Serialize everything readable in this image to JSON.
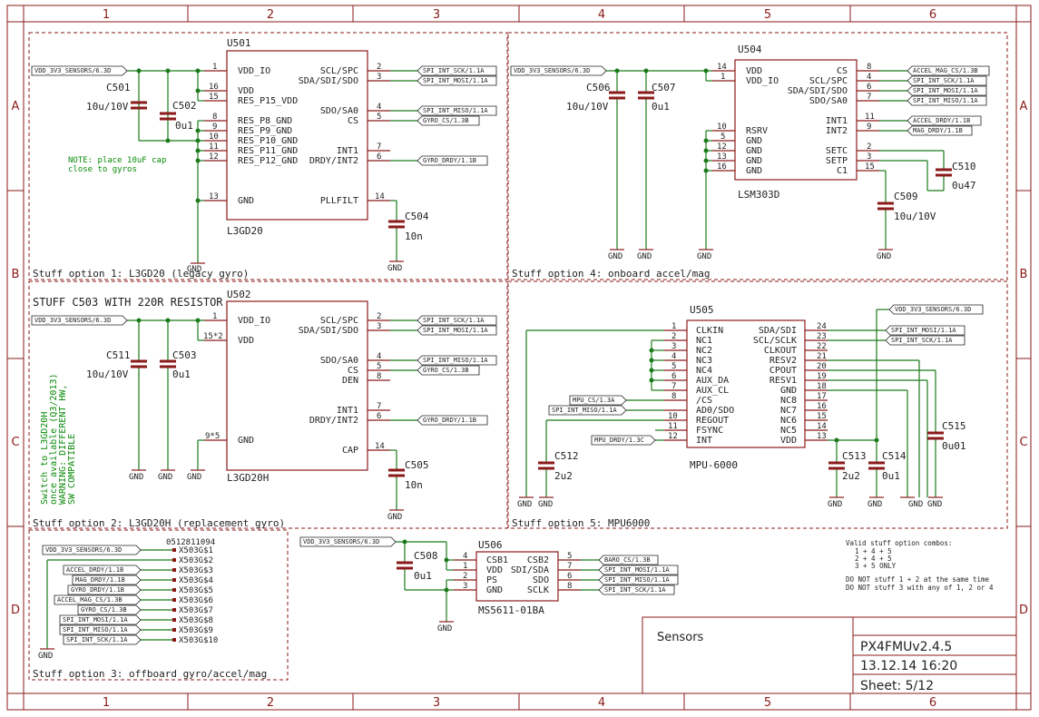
{
  "frame": {
    "columns": [
      "1",
      "2",
      "3",
      "4",
      "5",
      "6"
    ],
    "rows": [
      "A",
      "B",
      "C",
      "D"
    ]
  },
  "title_block": {
    "sheet_title": "Sensors",
    "board": "PX4FMUv2.4.5",
    "date": "13.12.14 16:20",
    "sheet": "Sheet: 5/12"
  },
  "sections": {
    "opt1": "Stuff option 1: L3GD20 (legacy gyro)",
    "opt2": "Stuff option 2: L3GD20H (replacement gyro)",
    "opt3": "Stuff option 3: offboard gyro/accel/mag",
    "opt4": "Stuff option 4: onboard accel/mag",
    "opt5": "Stuff option 5: MPU6000"
  },
  "notes": {
    "place_cap": [
      "NOTE: place 10uF cap",
      "close to gyros"
    ],
    "stuff_c503": "STUFF C503 WITH 220R RESISTOR",
    "switch": [
      "Switch to L3GD20H",
      "once available (Q3/2013)",
      "WARNING: DIFFERENT HW,",
      "SW COMPATIBLE"
    ],
    "combos": [
      "Valid stuff option combos:",
      "1 + 4 + 5",
      "2 + 4 + 5",
      "3 + 5 ONLY",
      "DO NOT stuff 1 + 2 at the same time",
      "DO NOT stuff 3 with any of 1, 2 or 4"
    ]
  },
  "chips": {
    "u501": {
      "ref": "U501",
      "value": "L3GD20",
      "left": [
        "VDD_IO",
        "VDD",
        "RES_P15_VDD",
        "RES_P8_GND",
        "RES_P9_GND",
        "RES_P10_GND",
        "RES_P11_GND",
        "RES_P12_GND",
        "GND"
      ],
      "right": [
        "SCL/SPC",
        "SDA/SDI/SDO",
        "SDO/SA0",
        "CS",
        "INT1",
        "DRDY/INT2",
        "PLLFILT"
      ]
    },
    "u502": {
      "ref": "U502",
      "value": "L3GD20H",
      "left": [
        "VDD_IO",
        "VDD",
        "GND"
      ],
      "right": [
        "SCL/SPC",
        "SDA/SDI/SDO",
        "SDO/SA0",
        "CS",
        "DEN",
        "INT1",
        "DRDY/INT2",
        "CAP"
      ]
    },
    "u504": {
      "ref": "U504",
      "value": "LSM303D",
      "left": [
        "VDD",
        "VDD_IO",
        "RSRV",
        "GND",
        "GND",
        "GND",
        "GND"
      ],
      "right": [
        "CS",
        "SCL/SPC",
        "SDA/SDI/SDO",
        "SDO/SA0",
        "INT1",
        "INT2",
        "SETC",
        "SETP",
        "C1"
      ]
    },
    "u505": {
      "ref": "U505",
      "value": "MPU-6000",
      "left": [
        "CLKIN",
        "NC1",
        "NC2",
        "NC3",
        "NC4",
        "AUX_DA",
        "AUX_CL",
        "/CS",
        "AD0/SDO",
        "REGOUT",
        "FSYNC",
        "INT"
      ],
      "right": [
        "SDA/SDI",
        "SCL/SCLK",
        "CLKOUT",
        "RESV2",
        "CPOUT",
        "RESV1",
        "GND",
        "NC8",
        "NC7",
        "NC6",
        "NC5",
        "VDD"
      ]
    },
    "u506": {
      "ref": "U506",
      "value": "MS5611-01BA",
      "left": [
        "CSB1",
        "VDD",
        "PS",
        "GND"
      ],
      "right": [
        "CSB2",
        "SDI/SDA",
        "SDO",
        "SCLK"
      ]
    }
  },
  "connector": {
    "ref": "0512811094",
    "pins": [
      "X503G$1",
      "X503G$2",
      "X503G$3",
      "X503G$4",
      "X503G$5",
      "X503G$6",
      "X503G$7",
      "X503G$8",
      "X503G$9",
      "X503G$10"
    ],
    "nets": [
      "VDD_3V3_SENSORS/6.3D",
      "",
      "ACCEL_DRDY/1.1B",
      "MAG_DRDY/1.1B",
      "GYRO_DRDY/1.1B",
      "ACCEL_MAG_CS/1.3B",
      "GYRO_CS/1.3B",
      "SPI_INT_MOSI/1.1A",
      "SPI_INT_MISO/1.1A",
      "SPI_INT_SCK/1.1A"
    ]
  },
  "nets": {
    "vdd": "VDD_3V3_SENSORS/6.3D",
    "sck": "SPI_INT_SCK/1.1A",
    "mosi": "SPI_INT_MOSI/1.1A",
    "miso": "SPI_INT_MISO/1.1A",
    "gyro_cs": "GYRO_CS/1.3B",
    "gyro_drdy": "GYRO_DRDY/1.1B",
    "accel_mag_cs": "ACCEL_MAG_CS/1.3B",
    "accel_drdy": "ACCEL_DRDY/1.1B",
    "mag_drdy": "MAG_DRDY/1.1B",
    "mpu_cs": "MPU_CS/1.3A",
    "mpu_drdy": "MPU_DRDY/1.3C",
    "baro_cs": "BARO_CS/1.3B",
    "gnd": "GND"
  },
  "caps": {
    "c501": [
      "C501",
      "10u/10V"
    ],
    "c502": [
      "C502",
      "0u1"
    ],
    "c504": [
      "C504",
      "10n"
    ],
    "c511": [
      "C511",
      "10u/10V"
    ],
    "c503": [
      "C503",
      "0u1"
    ],
    "c505": [
      "C505",
      "10n"
    ],
    "c506": [
      "C506",
      "10u/10V"
    ],
    "c507": [
      "C507",
      "0u1"
    ],
    "c510": [
      "C510",
      "0u47"
    ],
    "c509": [
      "C509",
      "10u/10V"
    ],
    "c512": [
      "C512",
      "2u2"
    ],
    "c513": [
      "C513",
      "2u2"
    ],
    "c514": [
      "C514",
      "0u1"
    ],
    "c515": [
      "C515",
      "0u01"
    ],
    "c508": [
      "C508",
      "0u1"
    ]
  },
  "pin_numbers": {
    "u501_l": [
      "1",
      "16",
      "15",
      "8",
      "9",
      "10",
      "11",
      "12",
      "13"
    ],
    "u501_r": [
      "2",
      "3",
      "4",
      "5",
      "7",
      "6",
      "14"
    ],
    "u502_l": [
      "1",
      "15*2",
      "9*5"
    ],
    "u502_r": [
      "2",
      "3",
      "4",
      "5",
      "8",
      "7",
      "6",
      "14"
    ],
    "u504_l": [
      "14",
      "1",
      "10",
      "5",
      "12",
      "13",
      "16"
    ],
    "u504_r": [
      "8",
      "4",
      "6",
      "7",
      "11",
      "9",
      "2",
      "3",
      "15"
    ],
    "u505_l": [
      "1",
      "2",
      "3",
      "4",
      "5",
      "6",
      "7",
      "8",
      "10",
      "11",
      "12"
    ],
    "u505_r": [
      "24",
      "23",
      "22",
      "21",
      "20",
      "19",
      "18",
      "17",
      "16",
      "15",
      "14",
      "13"
    ],
    "u506_l": [
      "4",
      "1",
      "2",
      "3"
    ],
    "u506_r": [
      "5",
      "7",
      "6",
      "8"
    ]
  }
}
